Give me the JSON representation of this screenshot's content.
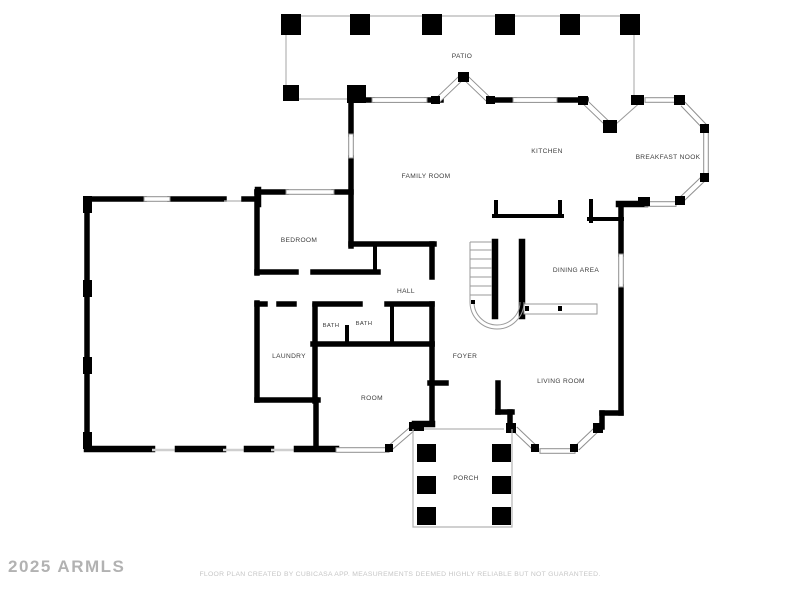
{
  "floor_plan": {
    "rooms": {
      "patio": "PATIO",
      "kitchen": "KITCHEN",
      "breakfast_nook": "BREAKFAST NOOK",
      "family_room": "FAMILY ROOM",
      "bedroom": "BEDROOM",
      "hall": "HALL",
      "bath_1": "BATH",
      "bath_2": "BATH",
      "dining_area": "DINING AREA",
      "laundry": "LAUNDRY",
      "foyer": "FOYER",
      "room": "ROOM",
      "living_room": "LIVING ROOM",
      "porch": "PORCH"
    },
    "colors": {
      "wall": "#000000",
      "window_frame": "#8f8f8f",
      "thin_outline": "#b3b3b3",
      "room_label": "#3c3c3c",
      "watermark": "#b2b2b2",
      "disclaimer": "#c6c6c6"
    }
  },
  "footer": {
    "watermark": "2025 ARMLS",
    "disclaimer": "FLOOR PLAN CREATED BY CUBICASA APP. MEASUREMENTS DEEMED HIGHLY RELIABLE BUT NOT GUARANTEED."
  }
}
